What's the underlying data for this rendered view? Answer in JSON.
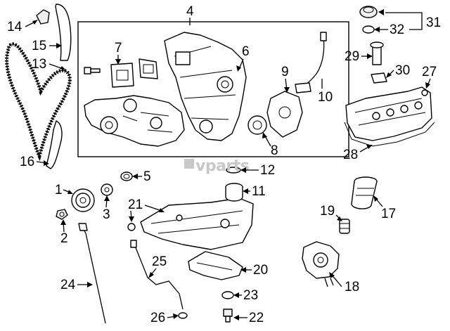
{
  "watermark": "vparts",
  "callouts": {
    "c1": "1",
    "c2": "2",
    "c3": "3",
    "c4": "4",
    "c5": "5",
    "c6": "6",
    "c7": "7",
    "c8": "8",
    "c9": "9",
    "c10": "10",
    "c11": "11",
    "c12": "12",
    "c13": "13",
    "c14": "14",
    "c15": "15",
    "c16": "16",
    "c17": "17",
    "c18": "18",
    "c19": "19",
    "c20": "20",
    "c21": "21",
    "c22": "22",
    "c23": "23",
    "c24": "24",
    "c25": "25",
    "c26": "26",
    "c27": "27",
    "c28": "28",
    "c29": "29",
    "c30": "30",
    "c31": "31",
    "c32": "32"
  }
}
